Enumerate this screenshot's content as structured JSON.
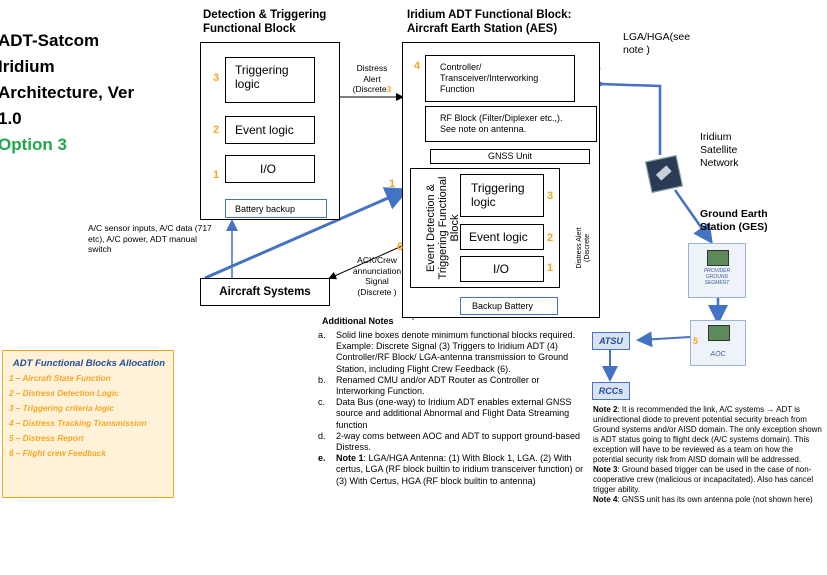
{
  "title": {
    "lines": [
      "ADT-Satcom",
      "Iridium",
      "Architecture, Ver",
      "1.0"
    ],
    "option": "Option 3",
    "option_color": "#22a84a"
  },
  "detection_block": {
    "header": [
      "Detection & Triggering",
      "Functional Block"
    ],
    "boxes": {
      "triggering": [
        "Triggering",
        "logic"
      ],
      "event": "Event logic",
      "io": "I/O",
      "battery": "Battery backup"
    },
    "numbers": {
      "triggering": "3",
      "event": "2",
      "io": "1"
    }
  },
  "aes_block": {
    "header": [
      "Iridium ADT Functional Block:",
      "Aircraft Earth Station (AES)"
    ],
    "controller": [
      "Controller/",
      "Transceiver/Interworking",
      "Function"
    ],
    "controller_num": "4",
    "rf": [
      "RF Block (Filter/Diplexer etc.,).",
      "See note on antenna."
    ],
    "gnss": "GNSS Unit",
    "event_detection_label": "Event Detection & Triggering Functional Block",
    "inner": {
      "triggering": [
        "Triggering",
        "logic"
      ],
      "event": "Event logic",
      "io": "I/O"
    },
    "inner_numbers": {
      "triggering": "3",
      "event": "2",
      "io": "1"
    },
    "backup": "Backup Battery",
    "ed_num": "1",
    "ack_num": "6"
  },
  "antenna": {
    "label": [
      "LGA/HGA(see",
      "note )"
    ]
  },
  "signals": {
    "distress_alert": [
      "Distress",
      "Alert",
      "(Discrete"
    ],
    "distress_alert_num": "3",
    "distress_alert_discrete": "Distress Alert (Discrete",
    "ack": [
      "ACK/Crew",
      "annunciation",
      "Signal",
      "(Discrete    )"
    ]
  },
  "sensor_text": [
    "A/C sensor inputs, A/C data (717",
    "etc), A/C power, ADT manual",
    "switch"
  ],
  "aircraft_systems": "Aircraft Systems",
  "satellite": {
    "label": [
      "Iridium",
      "Satellite",
      "Network"
    ]
  },
  "ges": {
    "label": [
      "Ground Earth",
      "Station (GES)"
    ],
    "provider": [
      "PROVIDER",
      "GROUND",
      "SEGMENT"
    ]
  },
  "aoc": {
    "label": "AOC",
    "num": "5"
  },
  "atsu": "ATSU",
  "rccs": "RCCs",
  "additional_notes": {
    "heading": "Additional Notes",
    "items": [
      {
        "label": "a.",
        "text": "Solid line boxes denote minimum functional blocks required. Example: Discrete Signal (3) Triggers to Iridium ADT (4) Controller/RF Block/ LGA-antenna transmission to Ground Station, including Flight Crew Feedback (6)."
      },
      {
        "label": "b.",
        "text": "Renamed CMU and/or ADT Router as Controller or Interworking Function."
      },
      {
        "label": "c.",
        "text": "Data Bus (one-way) to Iridium ADT enables external GNSS source and additional Abnormal and Flight Data Streaming function"
      },
      {
        "label": "d.",
        "text": "2-way coms between AOC and ADT to support ground-based Distress."
      },
      {
        "label": "e.",
        "bold": "Note 1",
        "text": ": LGA/HGA Antenna: (1) With Block 1, LGA. (2) With certus, LGA  (RF block builtin to iridium transceiver function) or (3) With Certus, HGA (RF block builtin to antenna)"
      }
    ]
  },
  "right_notes": [
    {
      "bold": "Note 2",
      "text": ":  It is recommended the link, A/C systems → ADT is unidirectional diode to prevent potential security breach from Ground systems and/or AISD domain. The only exception shown is ADT status going to flight deck (A/C systems domain). This exception will have to be reviewed as a team on how the potential security risk from AISD domain will be addressed."
    },
    {
      "bold": "Note 3",
      "text": ": Ground based trigger can be used in the case of non-cooperative crew (malicious or incapacitated). Also has cancel  trigger ability."
    },
    {
      "bold": "Note 4",
      "text": ": GNSS unit has its own antenna pole (not shown here)"
    }
  ],
  "allocation": {
    "title": "ADT Functional Blocks Allocation",
    "items": [
      "1 – Aircraft State Function",
      "2 – Distress Detection Logic",
      "3 – Triggering criteria logic",
      "4 – Distress Tracking Transmission",
      "5 – Distress Report",
      "6 – Flight crew Feedback"
    ]
  },
  "colors": {
    "orange": "#f5a623",
    "blue": "#4472c4",
    "alloc_bg": "#fff2d9",
    "alloc_title": "#1f4e9a"
  }
}
